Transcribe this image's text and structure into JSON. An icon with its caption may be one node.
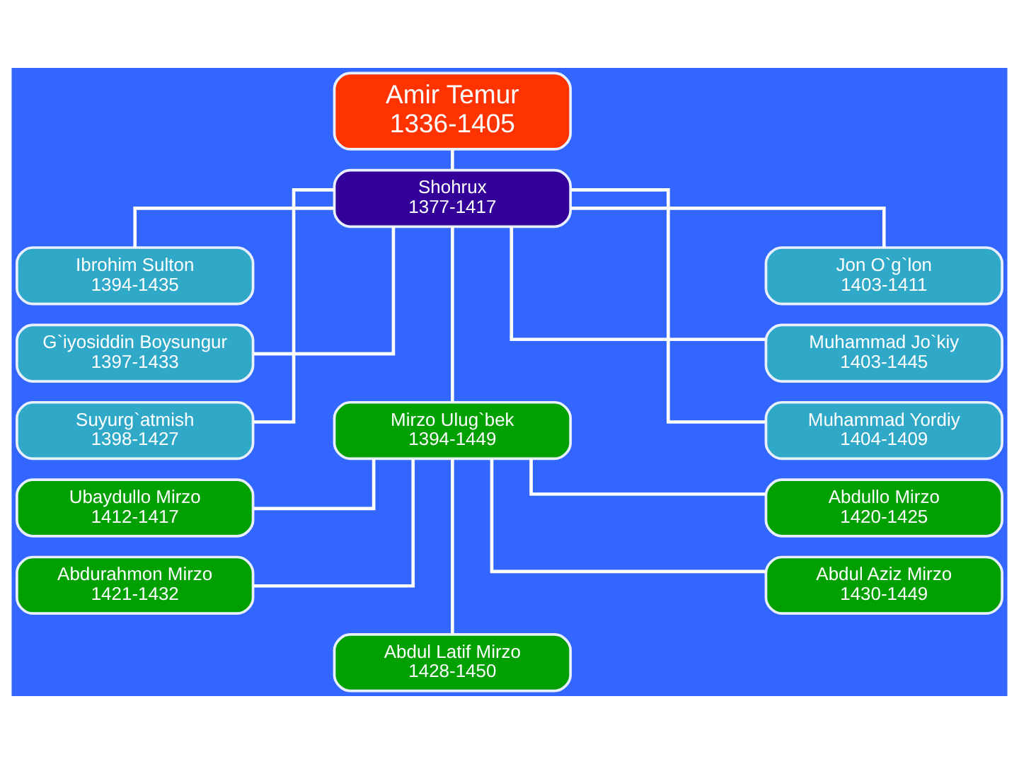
{
  "diagram": {
    "nodes": [
      {
        "text": [
          "Amir Temur",
          "1336-1405"
        ]
      },
      {
        "text": [
          "Ibrohim Sulton",
          "1394-1435"
        ]
      },
      {
        "text": [
          "Shohrux",
          "1377-1417"
        ]
      },
      {
        "text": [
          "Jon O`g`lon",
          "1403-1411"
        ]
      },
      {
        "text": [
          "G`iyosiddin Boysungur",
          "1397-1433"
        ]
      },
      {
        "text": [
          "Muhammad Jo`kiy",
          "1403-1445"
        ]
      },
      {
        "text": [
          "Suyurg`atmish",
          "1398-1427"
        ]
      },
      {
        "text": [
          "Mirzo Ulug`bek",
          "1394-1449"
        ]
      },
      {
        "text": [
          "Muhammad Yordiy",
          "1404-1409"
        ]
      },
      {
        "text": [
          "Ubaydullo Mirzo",
          "1412-1417"
        ]
      },
      {
        "text": [
          "Abdullo Mirzo",
          "1420-1425"
        ]
      },
      {
        "text": [
          "Abdurahmon Mirzo",
          "1421-1432"
        ]
      },
      {
        "text": [
          "Abdul Aziz Mirzo",
          "1430-1449"
        ]
      },
      {
        "text": [
          "Abdul Latif Mirzo",
          "1428-1450"
        ]
      }
    ],
    "edges": [
      {
        "from": 0,
        "to": 2,
        "arrow": "none"
      },
      {
        "from": 2,
        "to": 1,
        "arrow": "none"
      },
      {
        "from": 2,
        "to": 4,
        "arrow": "none"
      },
      {
        "from": 2,
        "to": 6,
        "arrow": "none"
      },
      {
        "from": 2,
        "to": 3,
        "arrow": "none"
      },
      {
        "from": 2,
        "to": 5,
        "arrow": "none"
      },
      {
        "from": 2,
        "to": 8,
        "arrow": "none"
      },
      {
        "from": 2,
        "to": 7,
        "arrow": "none"
      },
      {
        "from": 7,
        "to": 9,
        "arrow": "none"
      },
      {
        "from": 7,
        "to": 10,
        "arrow": "none"
      },
      {
        "from": 7,
        "to": 11,
        "arrow": "none"
      },
      {
        "from": 7,
        "to": 12,
        "arrow": "none"
      },
      {
        "from": 7,
        "to": 13,
        "arrow": "none"
      }
    ]
  }
}
